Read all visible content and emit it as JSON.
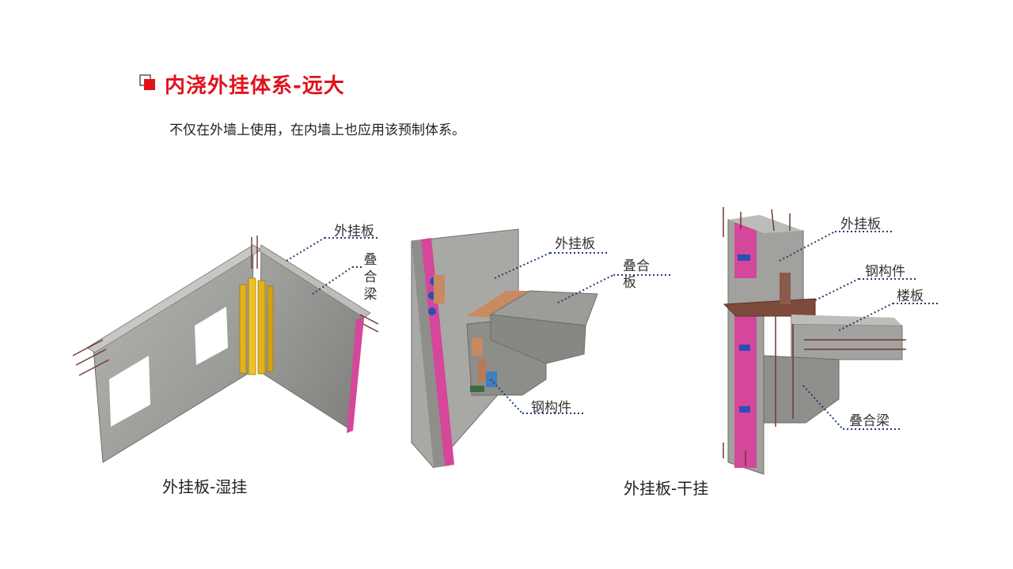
{
  "title": "内浇外挂体系-远大",
  "subtitle": "不仅在外墙上使用，在内墙上也应用该预制体系。",
  "figures": {
    "left": {
      "caption": "外挂板-湿挂",
      "labels": {
        "panel": "外挂板",
        "beam_line1": "叠",
        "beam_line2": "合",
        "beam_line3": "梁"
      }
    },
    "middle": {
      "labels": {
        "panel": "外挂板",
        "slab_line1": "叠合",
        "slab_line2": "板",
        "steel": "钢构件"
      }
    },
    "right": {
      "caption": "外挂板-干挂",
      "labels": {
        "panel": "外挂板",
        "steel": "钢构件",
        "floor": "楼板",
        "beam": "叠合梁"
      }
    }
  },
  "colors": {
    "title": "#e0121b",
    "concrete": "#9a9a98",
    "insulation": "#d4479a",
    "steel": "#8a5a4a",
    "copper": "#c98a62",
    "yellow_column": "#e3b21c"
  }
}
